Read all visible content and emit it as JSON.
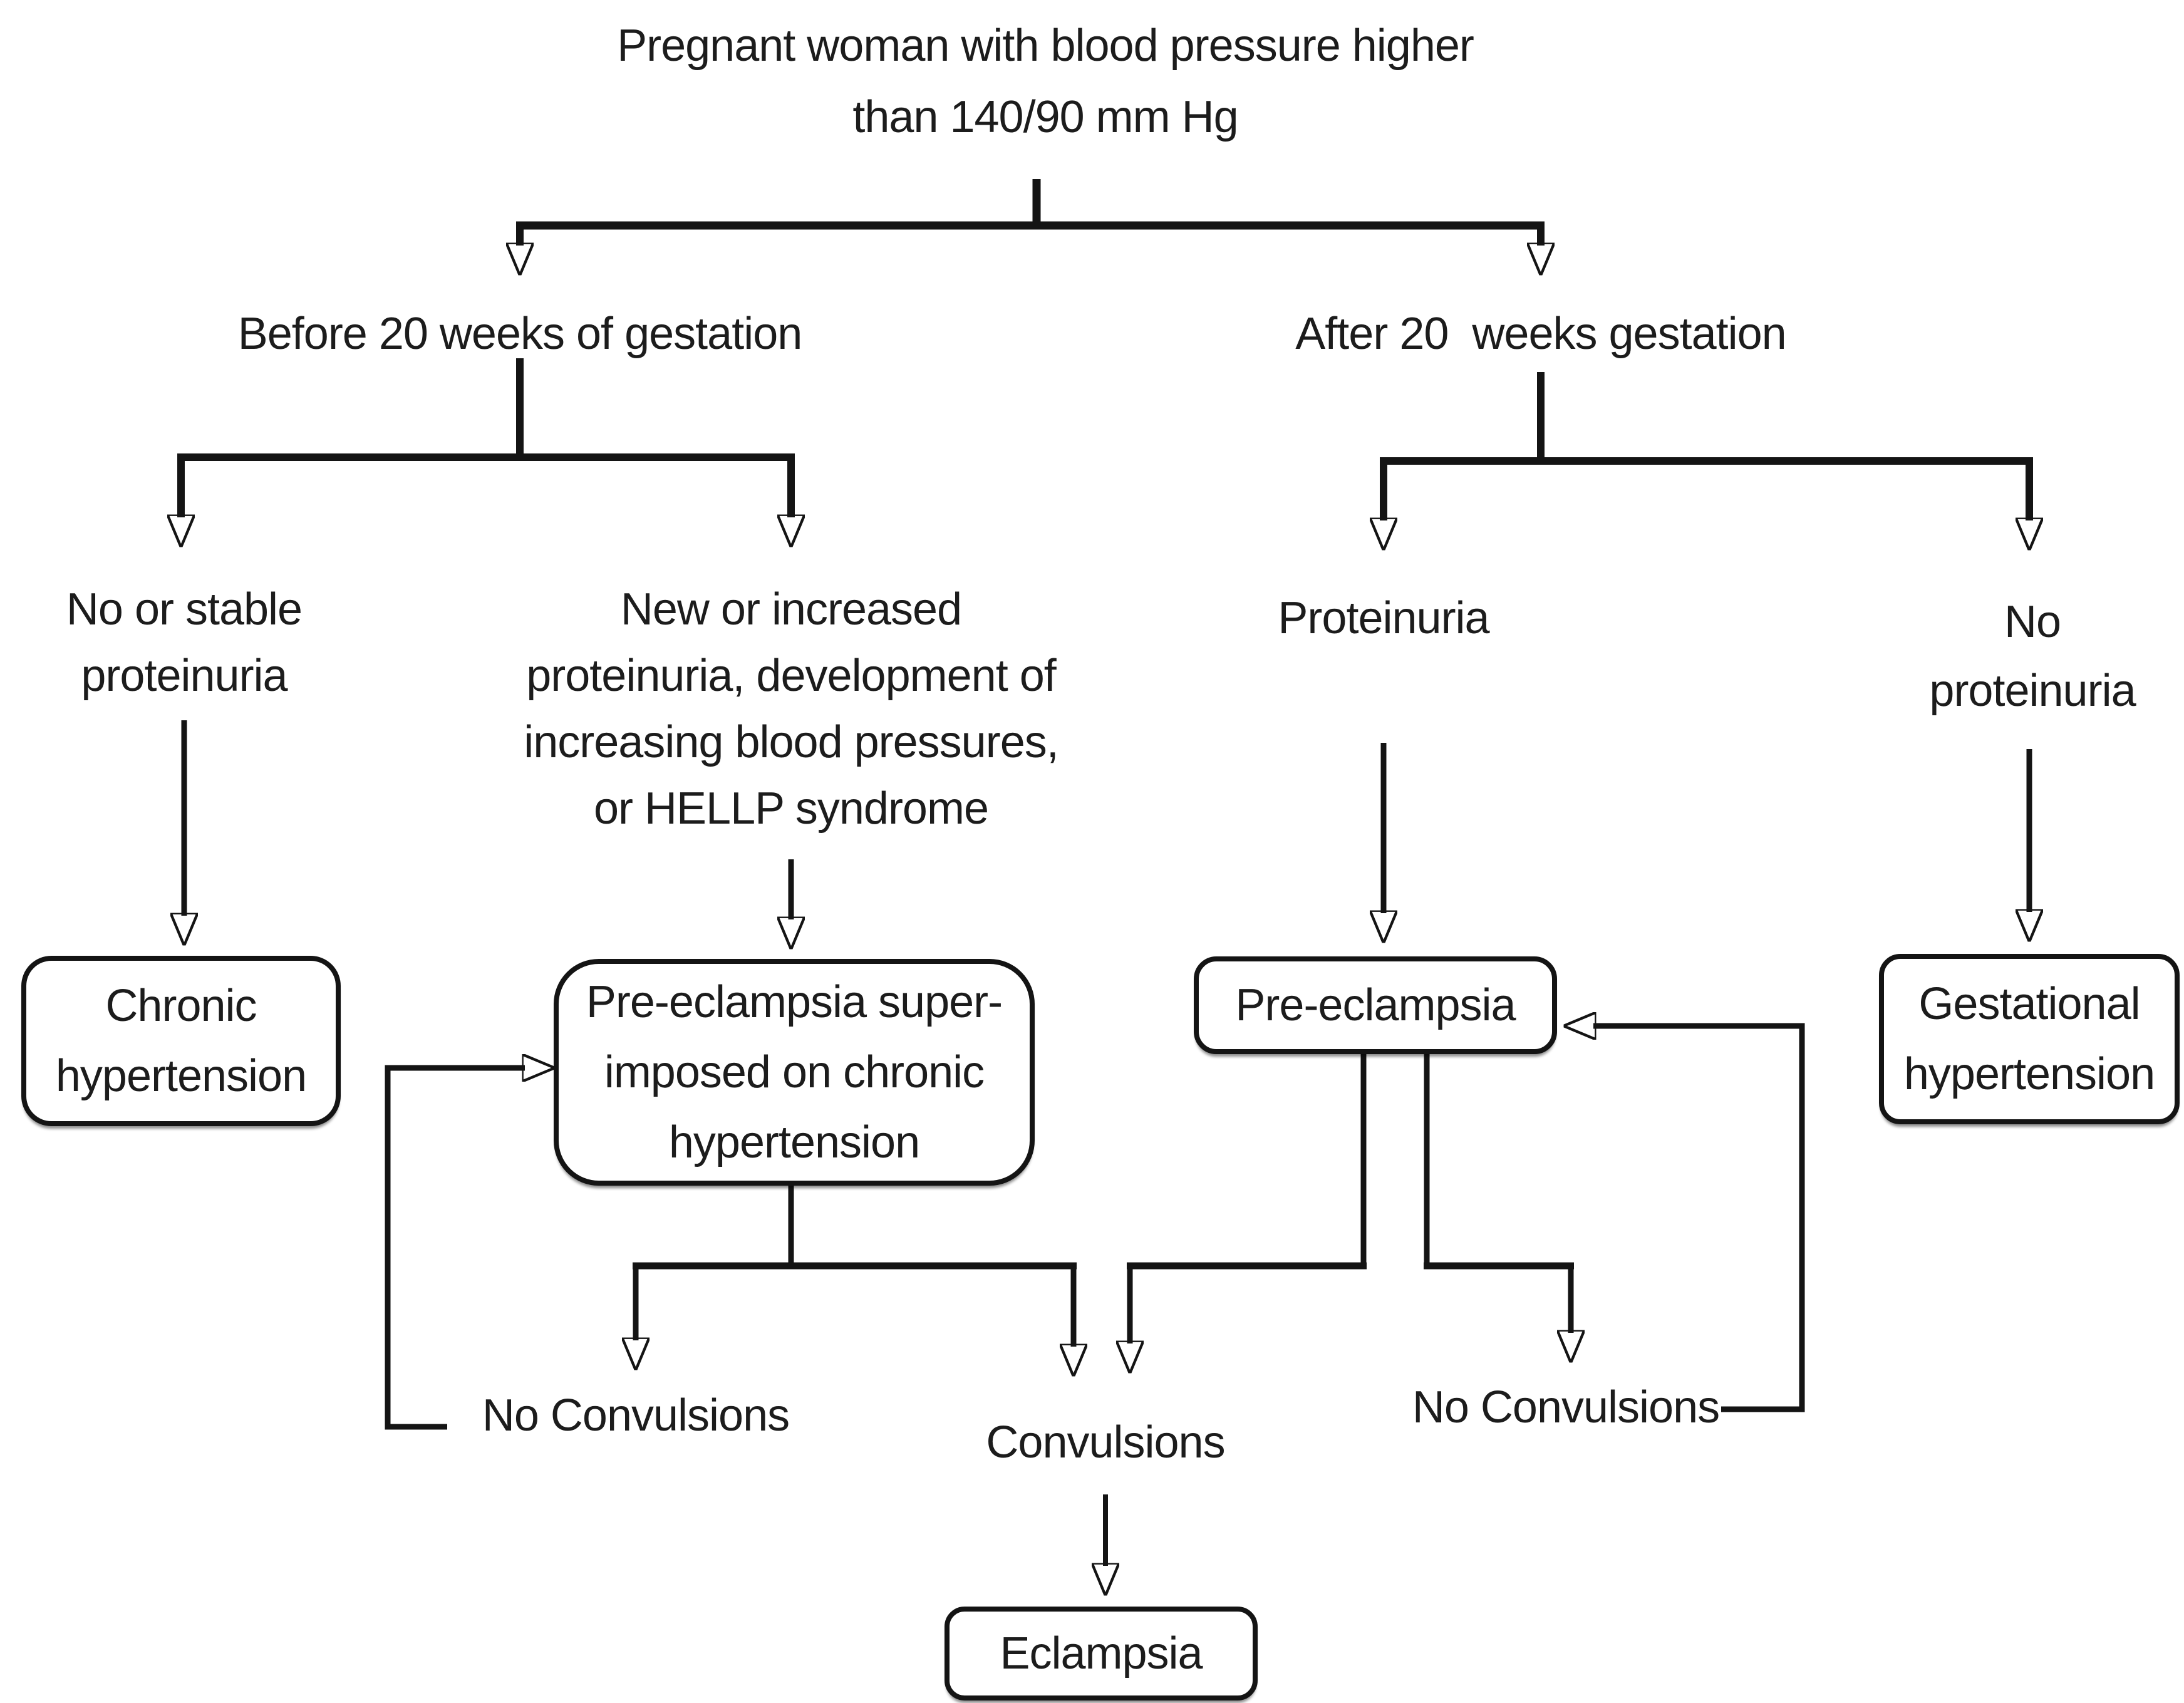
{
  "background": "#ffffff",
  "line_color": "#141414",
  "text_color": "#1c1c1c",
  "root": {
    "text": "Pregnant woman with blood pressure higher\nthan 140/90 mm Hg"
  },
  "branches": {
    "before": {
      "label": "Before 20 weeks of gestation"
    },
    "after": {
      "label": "After 20  weeks gestation"
    }
  },
  "conditions": {
    "no_or_stable_proteinuria": {
      "label": "No or stable\nproteinuria"
    },
    "new_or_increased": {
      "label": "New or increased\nproteinuria, development of\nincreasing blood pressures,\nor HELLP syndrome"
    },
    "proteinuria": {
      "label": "Proteinuria"
    },
    "no_proteinuria": {
      "label": "No proteinuria"
    }
  },
  "diagnoses": {
    "chronic_hypertension": {
      "label": "Chronic\nhypertension"
    },
    "preeclampsia_superimposed": {
      "label": "Pre-eclampsia super-\nimposed on chronic\nhypertension"
    },
    "preeclampsia": {
      "label": "Pre-eclampsia"
    },
    "gestational_hypertension": {
      "label": "Gestational\nhypertension"
    },
    "eclampsia": {
      "label": "Eclampsia"
    }
  },
  "outcomes": {
    "no_convulsions_left": {
      "label": "No Convulsions"
    },
    "convulsions": {
      "label": "Convulsions"
    },
    "no_convulsions_right": {
      "label": "No Convulsions"
    }
  },
  "edges": [
    {
      "from": "root",
      "to": "before_20_weeks"
    },
    {
      "from": "root",
      "to": "after_20_weeks"
    },
    {
      "from": "before_20_weeks",
      "to": "no_or_stable_proteinuria"
    },
    {
      "from": "before_20_weeks",
      "to": "new_or_increased"
    },
    {
      "from": "after_20_weeks",
      "to": "proteinuria"
    },
    {
      "from": "after_20_weeks",
      "to": "no_proteinuria"
    },
    {
      "from": "no_or_stable_proteinuria",
      "to": "chronic_hypertension"
    },
    {
      "from": "new_or_increased",
      "to": "preeclampsia_superimposed"
    },
    {
      "from": "proteinuria",
      "to": "preeclampsia"
    },
    {
      "from": "no_proteinuria",
      "to": "gestational_hypertension"
    },
    {
      "from": "preeclampsia_superimposed",
      "to": "no_convulsions_left"
    },
    {
      "from": "preeclampsia_superimposed",
      "to": "convulsions"
    },
    {
      "from": "preeclampsia",
      "to": "convulsions"
    },
    {
      "from": "preeclampsia",
      "to": "no_convulsions_right"
    },
    {
      "from": "no_convulsions_left",
      "to": "preeclampsia_superimposed"
    },
    {
      "from": "no_convulsions_right",
      "to": "preeclampsia"
    },
    {
      "from": "convulsions",
      "to": "eclampsia"
    }
  ]
}
